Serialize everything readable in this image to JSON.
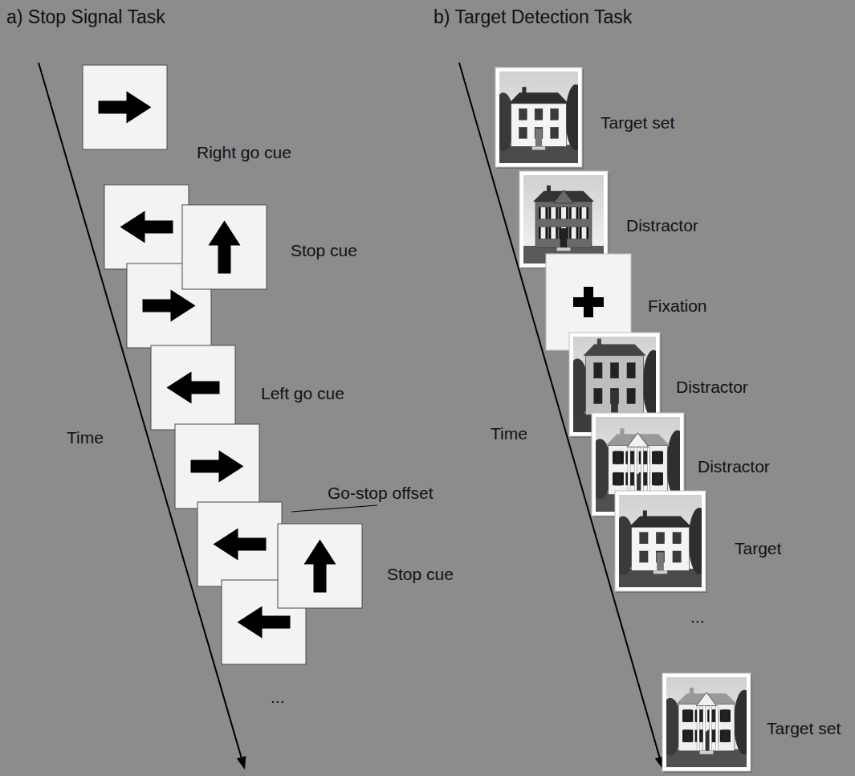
{
  "diagram": {
    "labels": [
      "a) Stop Signal Task",
      "Right go cue",
      "Stop cue",
      "Left go cue",
      "Go-stop offset",
      "Stop cue",
      "Time",
      "...",
      "b) Target Detection Task",
      "Target set",
      "Distractor",
      "Fixation",
      "Time",
      "Distractor",
      "Distractor",
      "Target",
      "...",
      "Target set"
    ]
  }
}
